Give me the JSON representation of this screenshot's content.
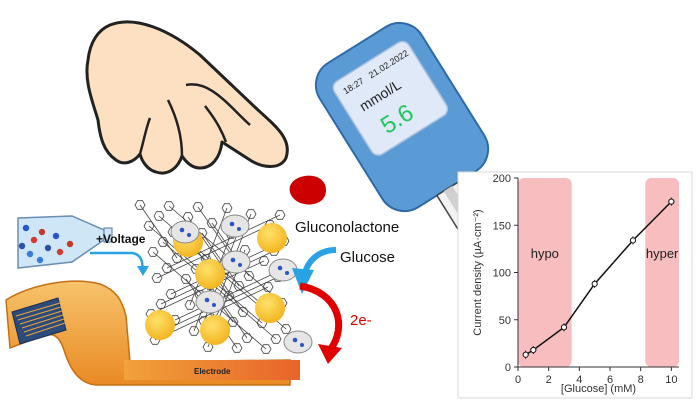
{
  "meter": {
    "time": "18:27",
    "date": "21.02.2022",
    "unit": "mmol/L",
    "reading": "5.6"
  },
  "labels": {
    "voltage": "+Voltage",
    "gluconolactone": "Gluconolactone",
    "glucose": "Glucose",
    "electrons": "2e-",
    "electrode": "Electrode"
  },
  "colors": {
    "meter_body": "#5b9bd5",
    "meter_screen": "#dfe9f7",
    "reading": "#22c55e",
    "blood": "#cc0000",
    "nanoparticle": "#f6c21b",
    "band": "#f4a7aa",
    "strip": "#f0ae4f",
    "arrow_blue": "#29a3e3",
    "arrow_red": "#e00000"
  },
  "chart_data": {
    "type": "scatter",
    "x": [
      0.5,
      1,
      3,
      5,
      7.5,
      10
    ],
    "y": [
      13,
      18,
      42,
      88,
      134,
      175
    ],
    "xlabel": "[Glucose] (mM)",
    "ylabel": "Current density (µA·cm⁻²)",
    "xlim": [
      0,
      10.5
    ],
    "ylim": [
      0,
      200
    ],
    "xticks": [
      0,
      2,
      4,
      6,
      8,
      10
    ],
    "yticks": [
      0,
      50,
      100,
      150,
      200
    ],
    "regions": [
      {
        "label": "hypo",
        "from": 0,
        "to": 3.5
      },
      {
        "label": "hyper",
        "from": 8.3,
        "to": 10.5
      }
    ],
    "grid": false
  }
}
